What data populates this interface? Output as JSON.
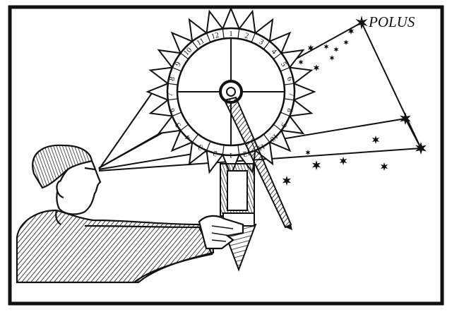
{
  "illustration": {
    "label": "POLUS",
    "dial_numbers": [
      "1",
      "2",
      "3",
      "4",
      "5",
      "6",
      "7",
      "8",
      "9",
      "10",
      "11",
      "12",
      "1",
      "2",
      "3",
      "4",
      "5",
      "6",
      "7",
      "8",
      "9",
      "10",
      "11",
      "12"
    ],
    "ink_color": "#111111",
    "paper_color": "#ffffff"
  }
}
